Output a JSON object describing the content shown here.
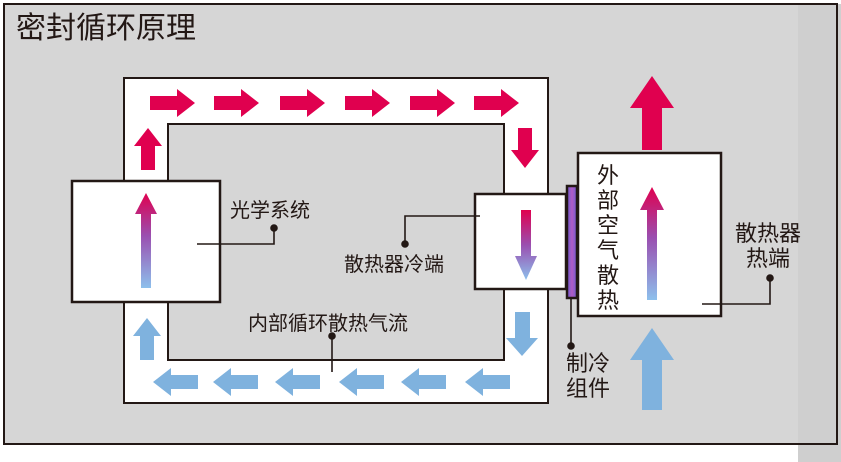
{
  "title": "密封循环原理",
  "labels": {
    "optical_system": "光学系统",
    "heatsink_cold_end": "散热器冷端",
    "internal_airflow": "内部循环散热气流",
    "cooling_component": "制冷组件",
    "external_air": "外部空气散热",
    "heatsink_hot_end": "散热器热端"
  },
  "colors": {
    "hot": "#e0004f",
    "cold": "#7fb2de",
    "background": "#d6d6d6",
    "line": "#231815",
    "element": "#8a5bb8"
  },
  "icons": {
    "arrow_hot": "arrow-hot-icon",
    "arrow_cold": "arrow-cold-icon",
    "arrow_gradient": "arrow-gradient-icon"
  }
}
